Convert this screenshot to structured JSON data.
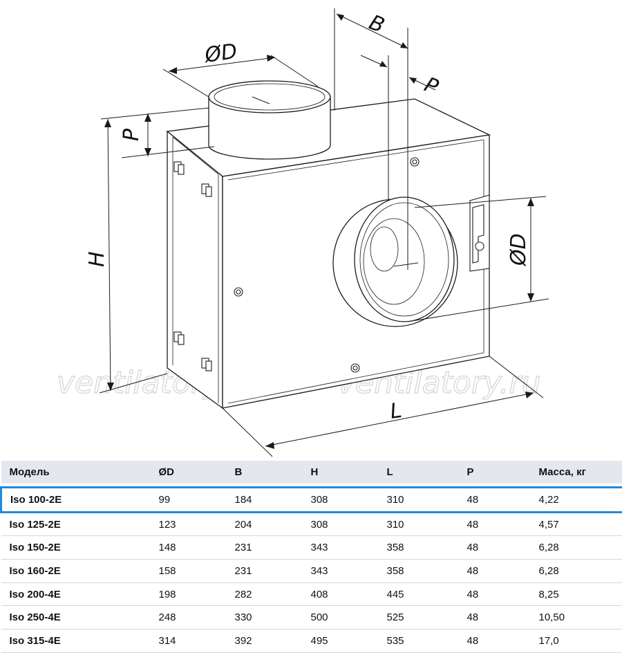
{
  "drawing": {
    "dimension_labels": {
      "diameter_top": "ØD",
      "diameter_side": "ØD",
      "b": "B",
      "p_top": "P",
      "p_left": "P",
      "h": "H",
      "l": "L"
    },
    "watermarks": [
      "ventilatory.ru",
      "ventilatory.ru"
    ]
  },
  "table": {
    "headers": [
      "Модель",
      "ØD",
      "B",
      "H",
      "L",
      "P",
      "Масса, кг"
    ],
    "rows": [
      [
        "Iso 100-2E",
        "99",
        "184",
        "308",
        "310",
        "48",
        "4,22"
      ],
      [
        "Iso 125-2E",
        "123",
        "204",
        "308",
        "310",
        "48",
        "4,57"
      ],
      [
        "Iso 150-2E",
        "148",
        "231",
        "343",
        "358",
        "48",
        "6,28"
      ],
      [
        "Iso 160-2E",
        "158",
        "231",
        "343",
        "358",
        "48",
        "6,28"
      ],
      [
        "Iso 200-4E",
        "198",
        "282",
        "408",
        "445",
        "48",
        "8,25"
      ],
      [
        "Iso 250-4E",
        "248",
        "330",
        "500",
        "525",
        "48",
        "10,50"
      ],
      [
        "Iso 315-4E",
        "314",
        "392",
        "495",
        "535",
        "48",
        "17,0"
      ]
    ],
    "highlighted_row": 0,
    "highlight_color": "#2388d8",
    "header_background": "#e4e8ee"
  }
}
